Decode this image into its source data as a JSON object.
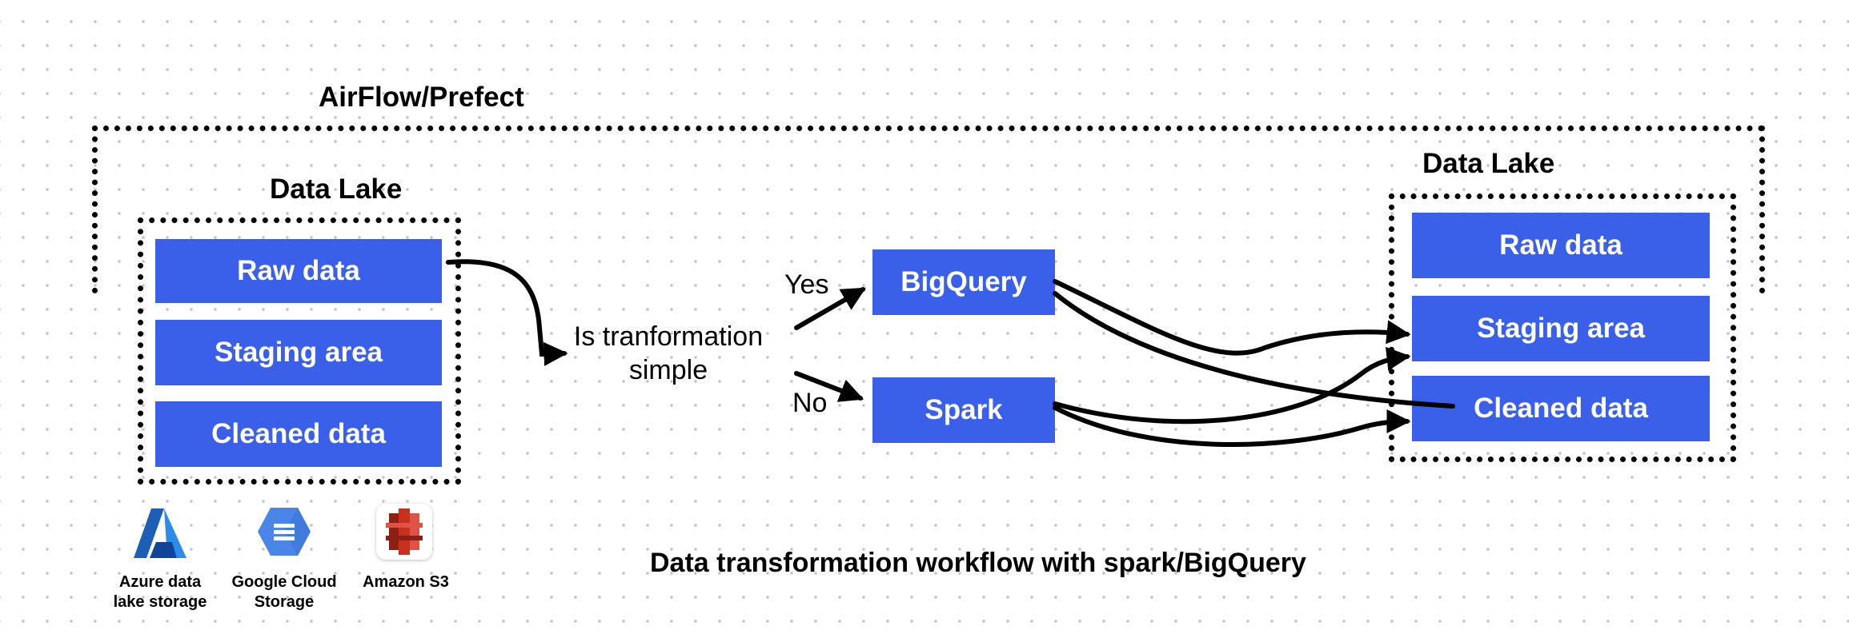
{
  "orchestrator": {
    "label": "AirFlow/Prefect"
  },
  "source_lake": {
    "title": "Data Lake",
    "layers": [
      "Raw data",
      "Staging area",
      "Cleaned data"
    ]
  },
  "target_lake": {
    "title": "Data Lake",
    "layers": [
      "Raw data",
      "Staging area",
      "Cleaned data"
    ]
  },
  "decision": {
    "question_line1": "Is tranformation",
    "question_line2": "simple",
    "yes_label": "Yes",
    "no_label": "No"
  },
  "engines": {
    "bigquery": "BigQuery",
    "spark": "Spark"
  },
  "storage": [
    {
      "icon": "azure-logo-icon",
      "line1": "Azure data",
      "line2": "lake storage"
    },
    {
      "icon": "google-cloud-storage-icon",
      "line1": "Google Cloud",
      "line2": "Storage"
    },
    {
      "icon": "amazon-s3-icon",
      "line1": "Amazon S3",
      "line2": ""
    }
  ],
  "caption": "Data transformation workflow with spark/BigQuery",
  "colors": {
    "box_fill": "#3a5fe8",
    "box_text": "#ffffff",
    "line": "#000000"
  }
}
